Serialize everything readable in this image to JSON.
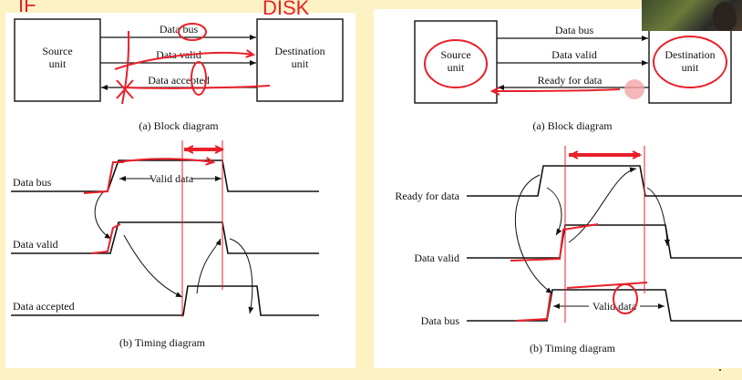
{
  "annotations": {
    "left_top": "IF",
    "right_top": "DISK"
  },
  "left": {
    "source_unit": [
      "Source",
      "unit"
    ],
    "destination_unit": [
      "Destination",
      "unit"
    ],
    "arrows": {
      "data_bus": "Data bus",
      "data_valid": "Data valid",
      "data_accepted": "Data accepted"
    },
    "block_caption": "(a) Block diagram",
    "timing": {
      "data_bus": "Data bus",
      "data_valid": "Data valid",
      "data_accepted": "Data accepted",
      "valid_data": "Valid data"
    },
    "timing_caption": "(b) Timing diagram"
  },
  "right": {
    "source_unit": [
      "Source",
      "unit"
    ],
    "destination_unit": [
      "Destination",
      "unit"
    ],
    "arrows": {
      "data_bus": "Data bus",
      "data_valid": "Data valid",
      "ready_for_data": "Ready for data"
    },
    "block_caption": "(a) Block diagram",
    "timing": {
      "ready_for_data": "Ready for data",
      "data_valid": "Data valid",
      "data_bus": "Data bus",
      "valid_data": "Valid data"
    },
    "timing_caption": "(b) Timing diagram"
  },
  "colors": {
    "background": "#fdf2c4",
    "panel": "#ffffff",
    "ink": "#111111",
    "annotation": "#e8202a"
  }
}
